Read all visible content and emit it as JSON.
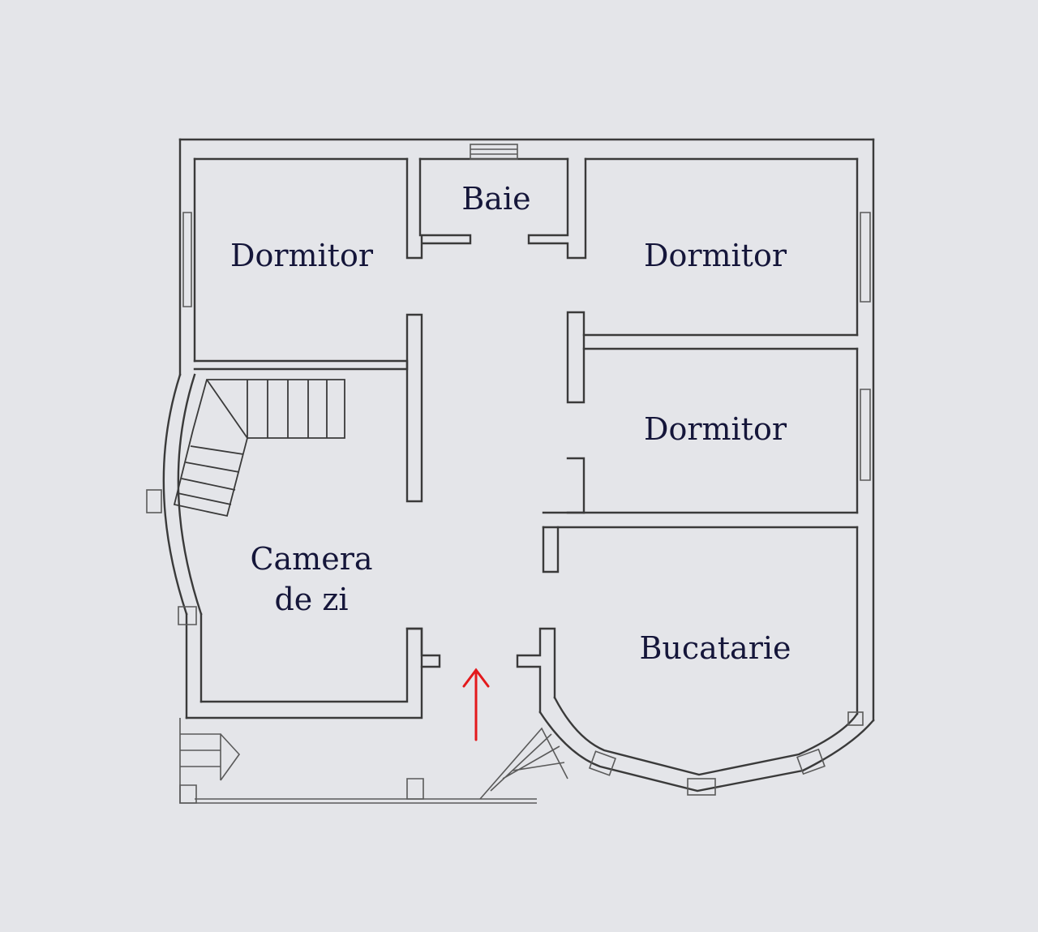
{
  "rooms": {
    "baie": "Baie",
    "dormitor_top_left": "Dormitor",
    "dormitor_top_right": "Dormitor",
    "dormitor_middle_right": "Dormitor",
    "camera_line1": "Camera",
    "camera_line2": "de zi",
    "bucatarie": "Bucatarie"
  },
  "colors": {
    "background": "#e4e5e9",
    "wall": "#3a3a3a",
    "label": "#15163a",
    "entrance_arrow": "#e3191c"
  },
  "icons": {
    "entrance": "up-arrow-icon"
  }
}
